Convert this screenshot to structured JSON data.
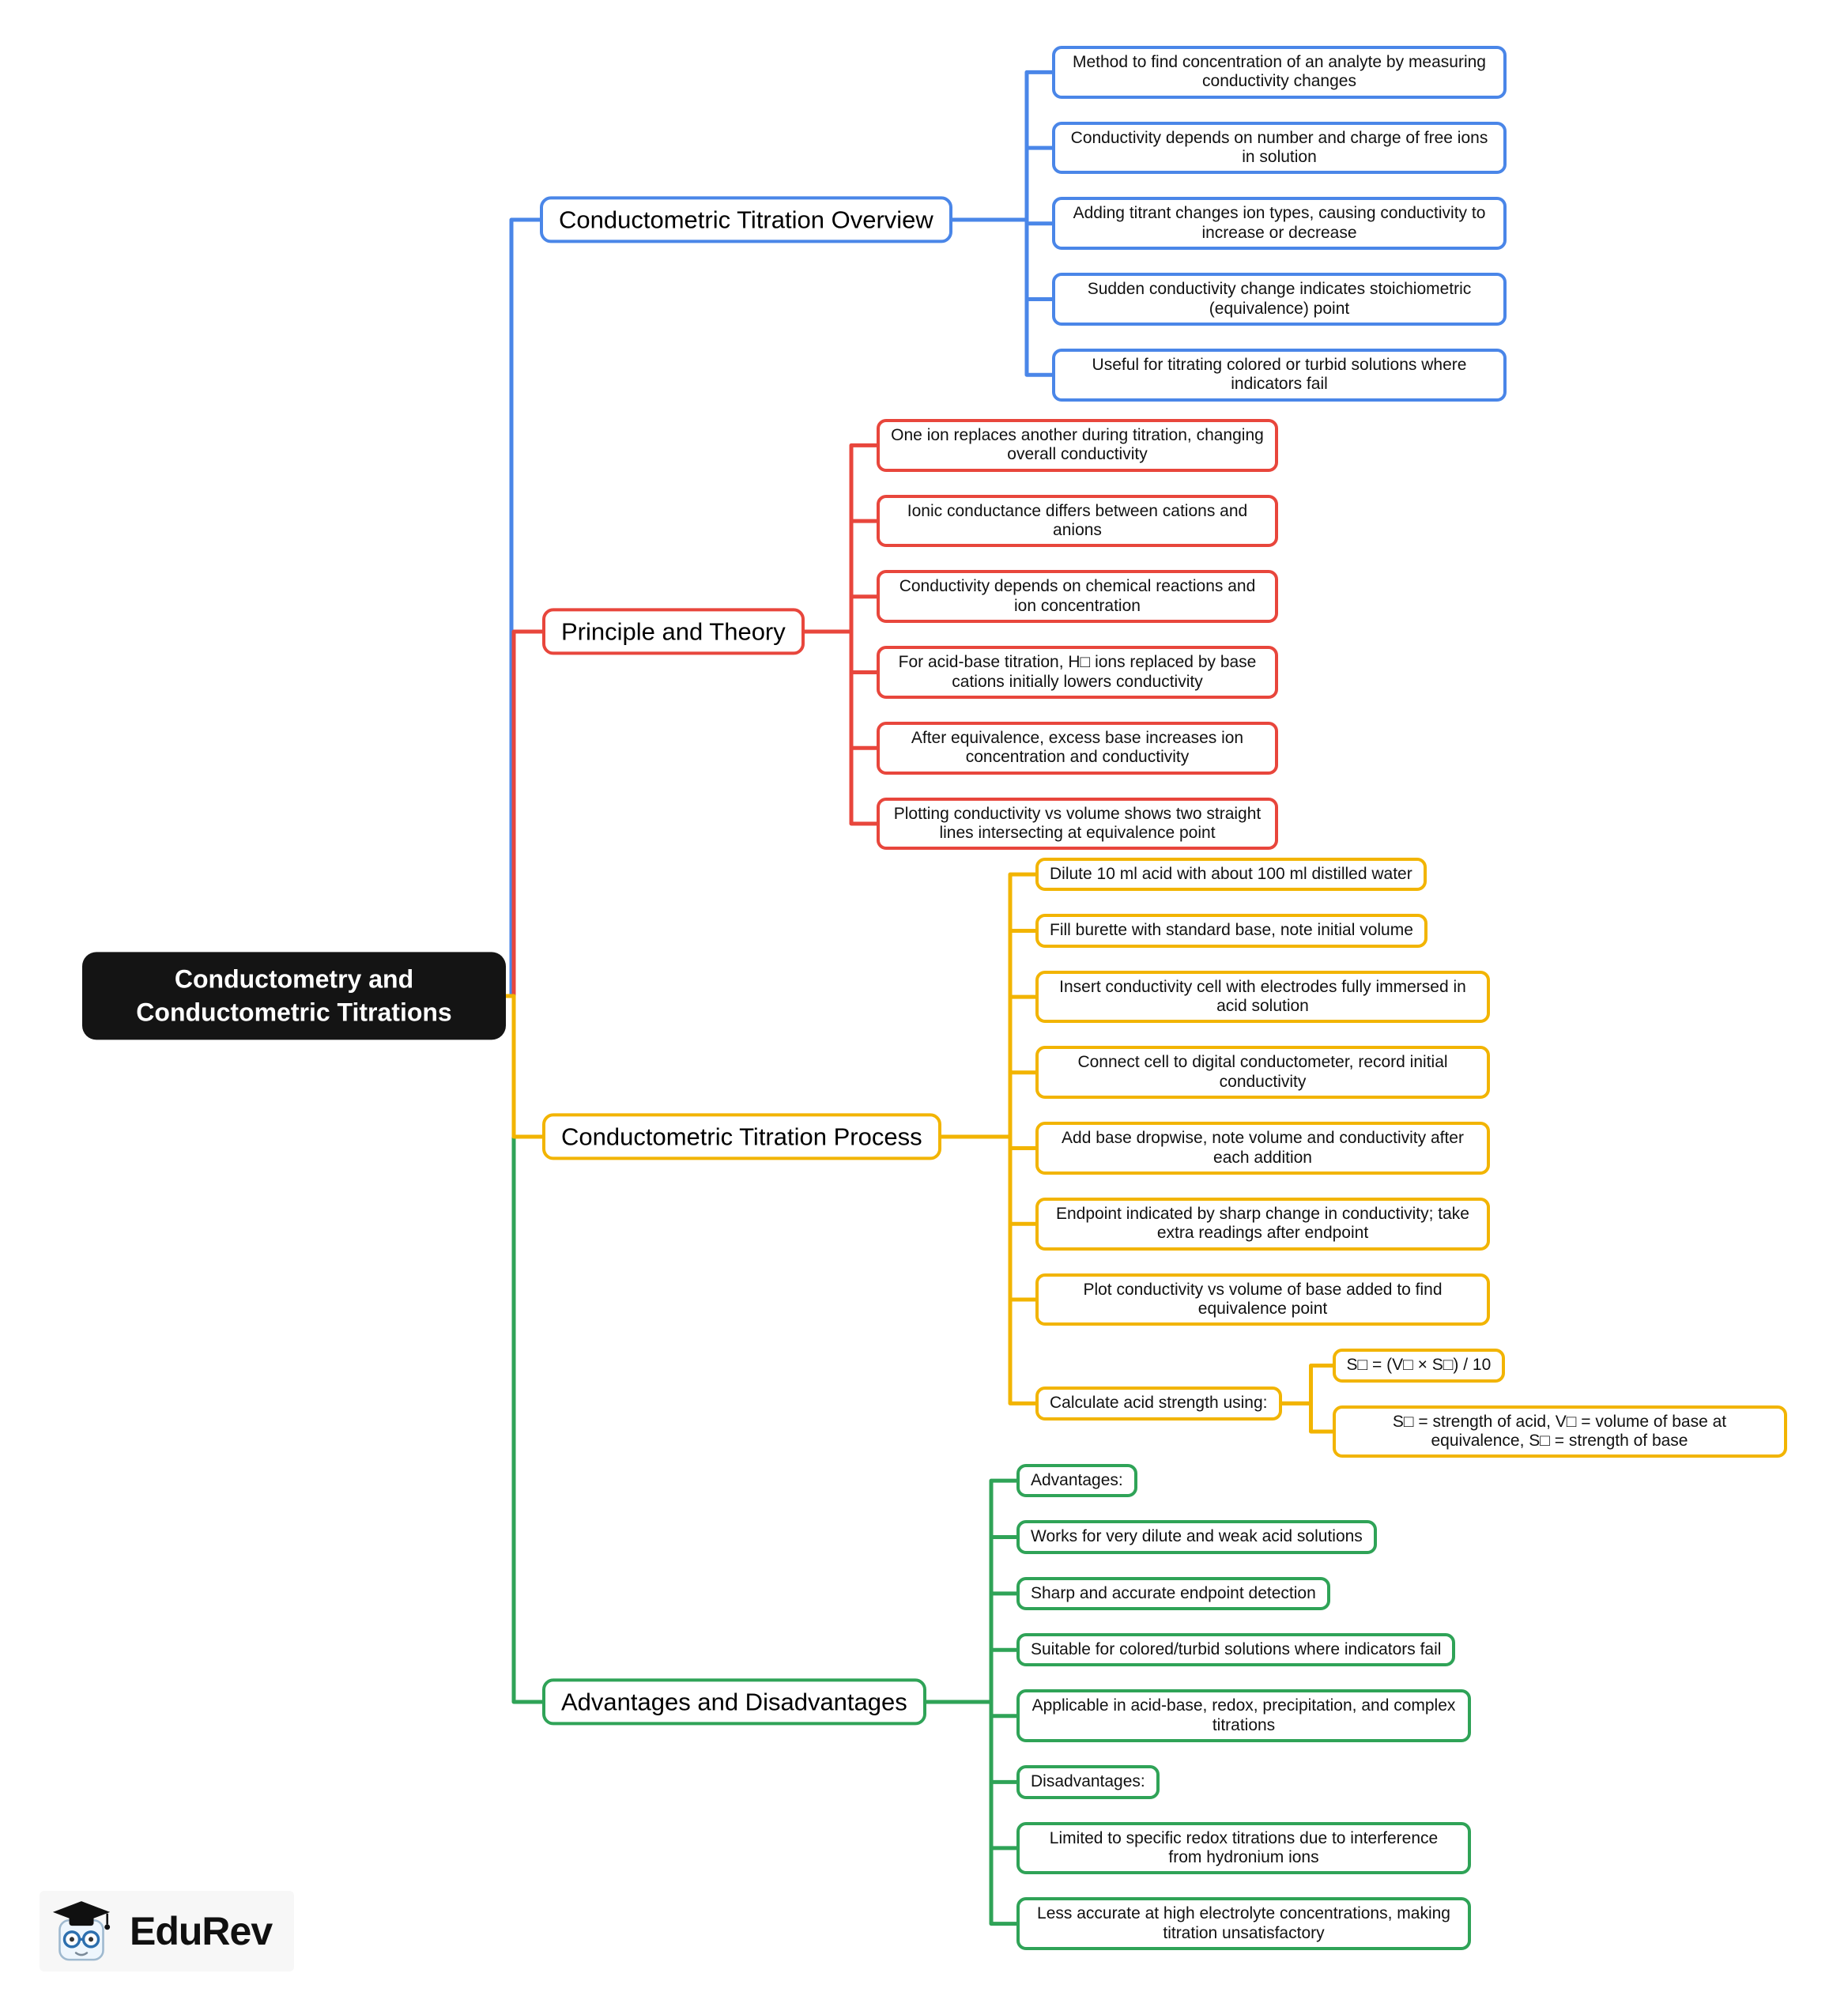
{
  "root": {
    "label": "Conductometry and Conductometric Titrations",
    "bg_color": "#141414",
    "text_color": "#ffffff"
  },
  "branches": [
    {
      "label": "Conductometric Titration Overview",
      "color": "#4a86e8",
      "children": [
        "Method to find concentration of an analyte by measuring conductivity changes",
        "Conductivity depends on number and charge of free ions in solution",
        "Adding titrant changes ion types, causing conductivity to increase or decrease",
        "Sudden conductivity change indicates stoichiometric (equivalence) point",
        "Useful for titrating colored or turbid solutions where indicators fail"
      ]
    },
    {
      "label": "Principle and Theory",
      "color": "#e8463c",
      "children": [
        "One ion replaces another during titration, changing overall conductivity",
        "Ionic conductance differs between cations and anions",
        "Conductivity depends on chemical reactions and ion concentration",
        "For acid-base titration, H□ ions replaced by base cations initially lowers conductivity",
        "After equivalence, excess base increases ion concentration and conductivity",
        "Plotting conductivity vs volume shows two straight lines intersecting at equivalence point"
      ]
    },
    {
      "label": "Conductometric Titration Process",
      "color": "#f2b400",
      "children": [
        "Dilute 10 ml acid with about 100 ml distilled water",
        "Fill burette with standard base, note initial volume",
        "Insert conductivity cell with electrodes fully immersed in acid solution",
        "Connect cell to digital conductometer, record initial conductivity",
        "Add base dropwise, note volume and conductivity after each addition",
        "Endpoint indicated by sharp change in conductivity; take extra readings after endpoint",
        "Plot conductivity vs volume of base added to find equivalence point",
        {
          "label": "Calculate acid strength using:",
          "children": [
            "S□ = (V□ × S□) / 10",
            "S□ = strength of acid, V□ = volume of base at equivalence, S□ = strength of base"
          ]
        }
      ]
    },
    {
      "label": "Advantages and Disadvantages",
      "color": "#2fa357",
      "children": [
        "Advantages:",
        "Works for very dilute and weak acid solutions",
        "Sharp and accurate endpoint detection",
        "Suitable for colored/turbid solutions where indicators fail",
        "Applicable in acid-base, redox, precipitation, and complex titrations",
        "Disadvantages:",
        "Limited to specific redox titrations due to interference from hydronium ions",
        "Less accurate at high electrolyte concentrations, making titration unsatisfactory"
      ]
    }
  ],
  "logo": {
    "text": "EduRev"
  }
}
